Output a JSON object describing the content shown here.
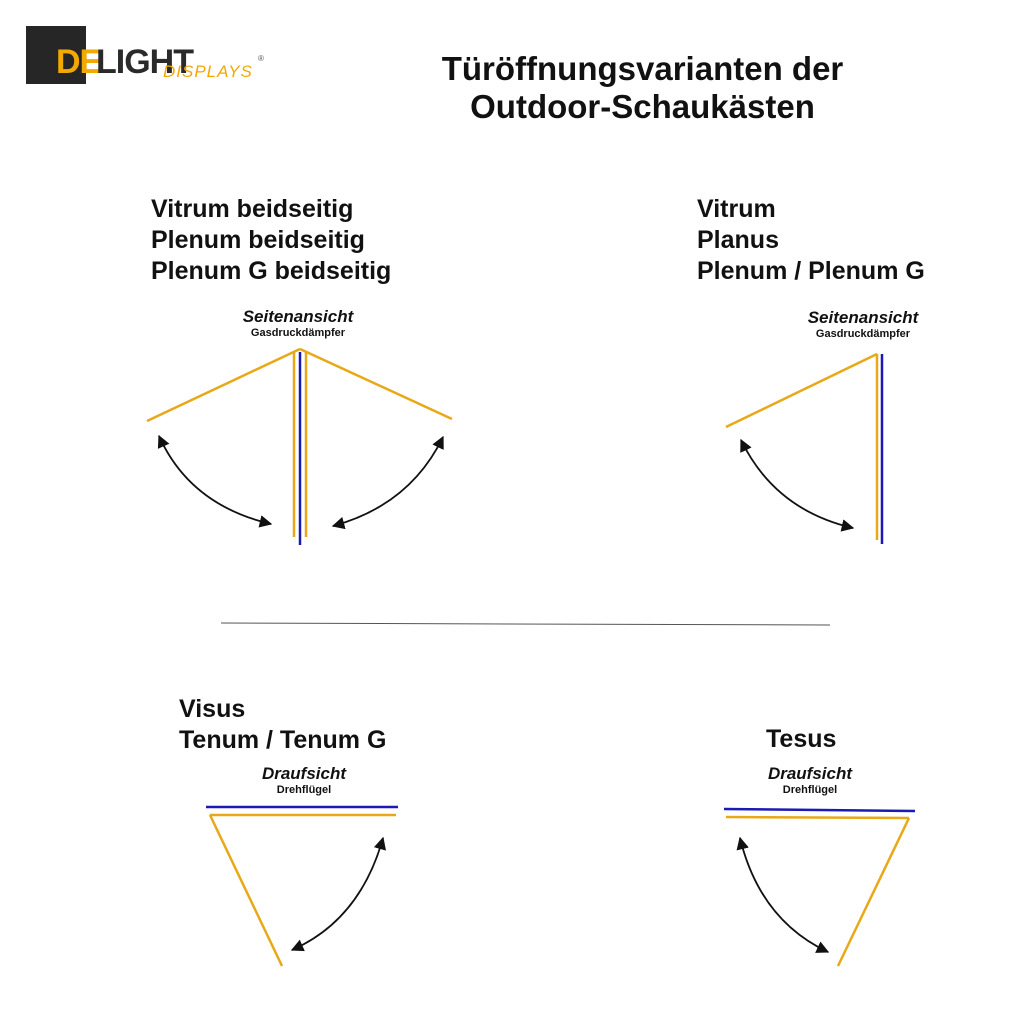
{
  "logo": {
    "de": "DE",
    "light": "LIGHT",
    "displays": "DISPLAYS",
    "reg": "®"
  },
  "title": {
    "line1": "Türöffnungsvarianten der",
    "line2": "Outdoor-Schaukästen"
  },
  "groups": [
    {
      "titles": [
        "Vitrum beidseitig",
        "Plenum beidseitig",
        "Plenum G beidseitig"
      ],
      "view": "Seitenansicht",
      "mechanism": "Gasdruckdämpfer"
    },
    {
      "titles": [
        "Vitrum",
        "Planus",
        "Plenum / Plenum G"
      ],
      "view": "Seitenansicht",
      "mechanism": "Gasdruckdämpfer"
    },
    {
      "titles": [
        "Visus",
        "Tenum / Tenum G"
      ],
      "view": "Draufsicht",
      "mechanism": "Drehflügel"
    },
    {
      "titles": [
        "Tesus"
      ],
      "view": "Draufsicht",
      "mechanism": "Drehflügel"
    }
  ],
  "colors": {
    "door": "#e8a817",
    "frame": "#1a1ab4",
    "arrow": "#111111",
    "divider": "#555555",
    "brand": "#f2a900"
  }
}
